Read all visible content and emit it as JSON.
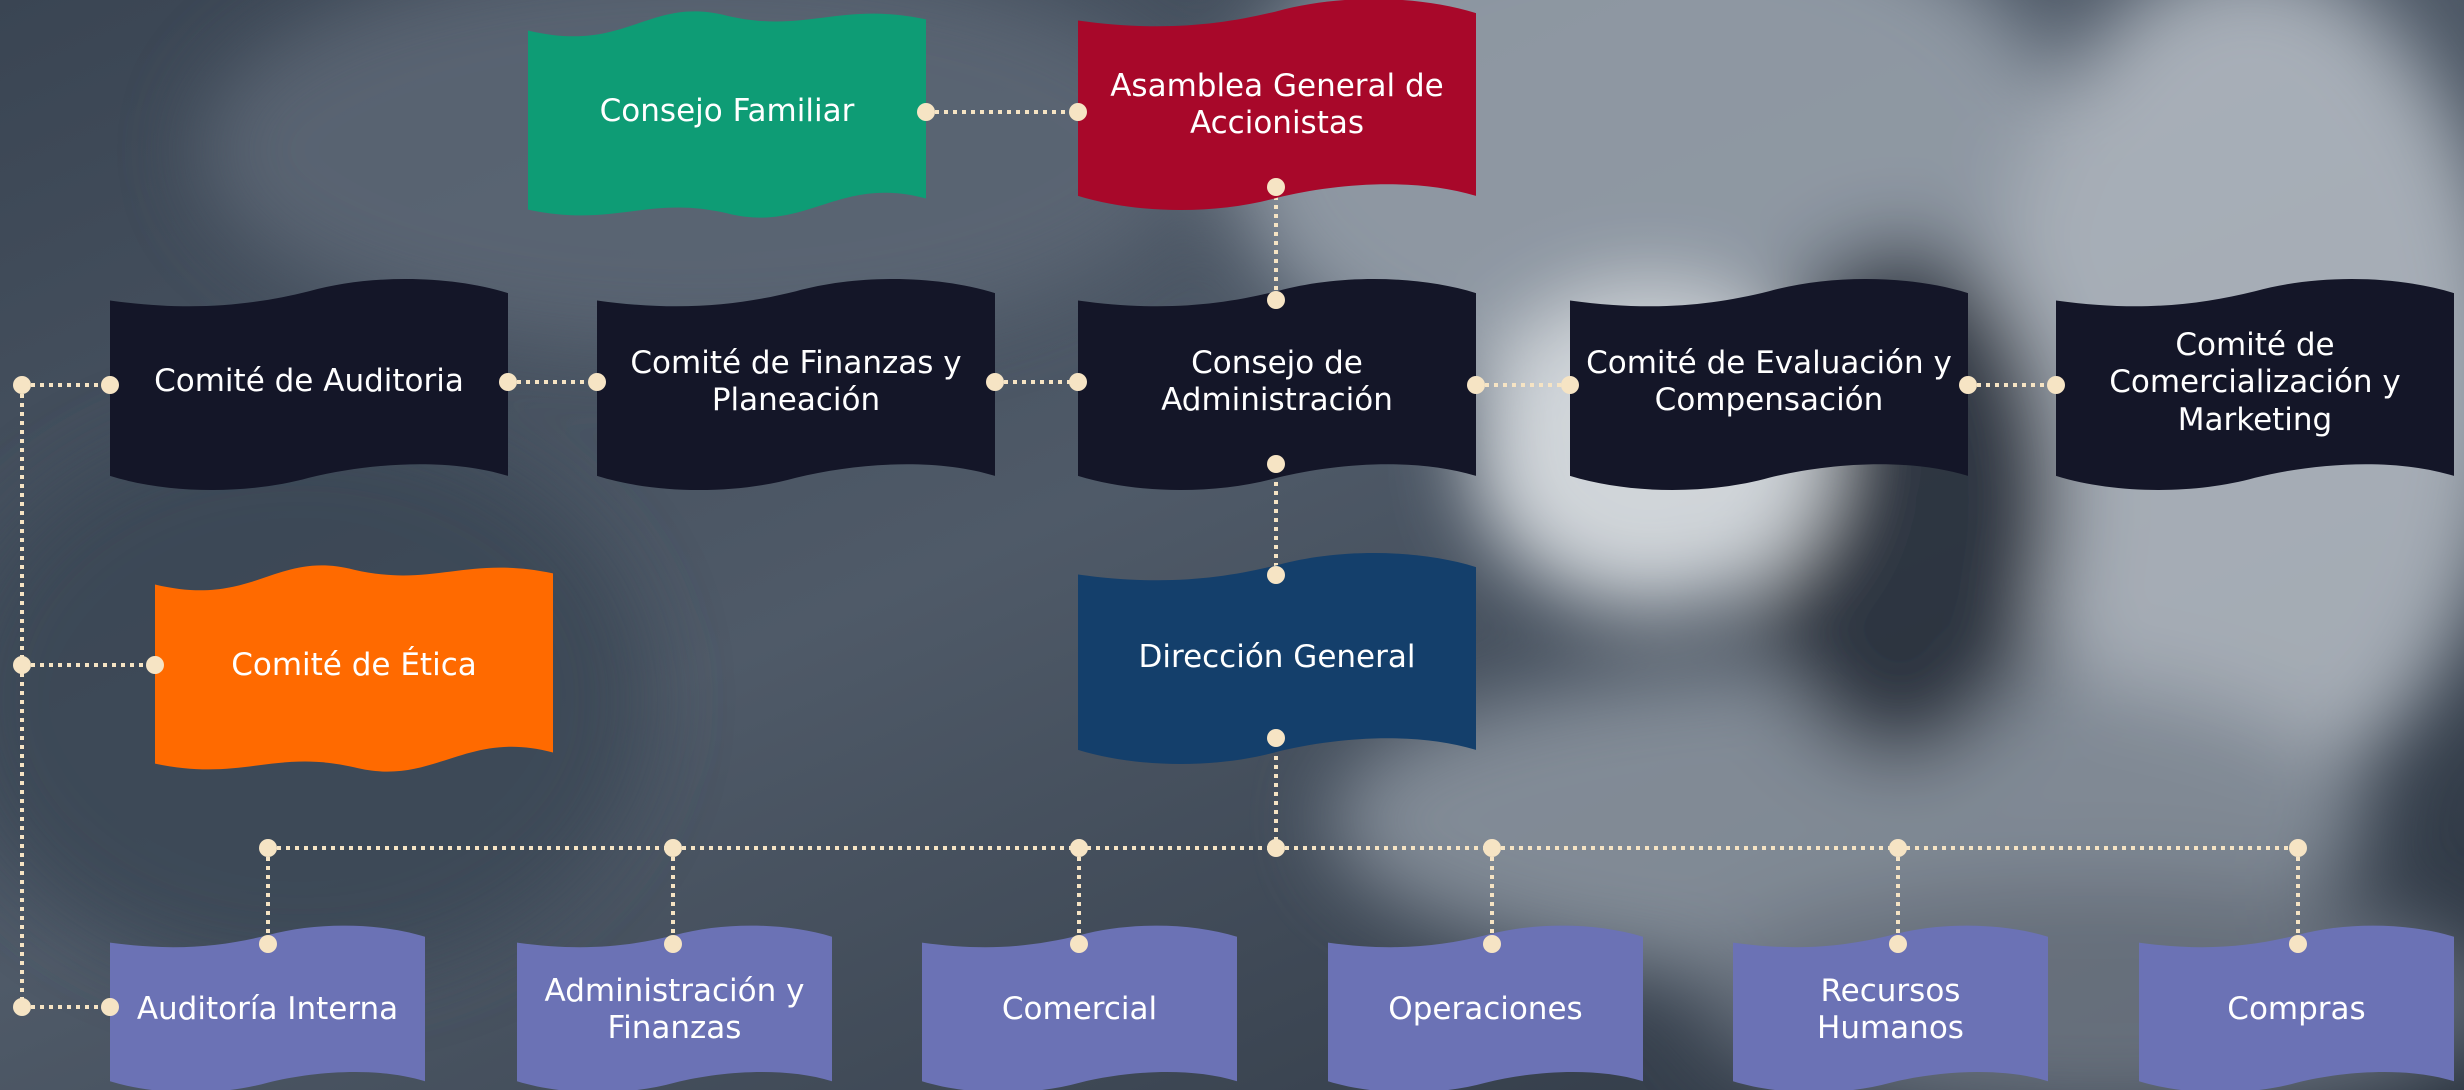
{
  "colors": {
    "green": "#0e9c75",
    "crimson": "#a8082a",
    "navy": "#141628",
    "orange": "#ff6a00",
    "blue": "#143f6b",
    "lavender": "#6b72b5",
    "connector": "#f6e4c4"
  },
  "nodes": {
    "consejo_familiar": "Consejo Familiar",
    "asamblea": "Asamblea General de\nAccionistas",
    "auditoria": "Comité de Auditoria",
    "finanzas": "Comité de Finanzas y\nPlaneación",
    "consejo_admin": "Consejo de\nAdministración",
    "evaluacion": "Comité de Evaluación y\nCompensación",
    "comercializacion": "Comité de\nComercialización y\nMarketing",
    "etica": "Comité de Ética",
    "direccion": "Dirección General",
    "auditoria_interna": "Auditoría Interna",
    "admin_finanzas": "Administración y\nFinanzas",
    "comercial": "Comercial",
    "operaciones": "Operaciones",
    "recursos_humanos": "Recursos\nHumanos",
    "compras": "Compras"
  }
}
